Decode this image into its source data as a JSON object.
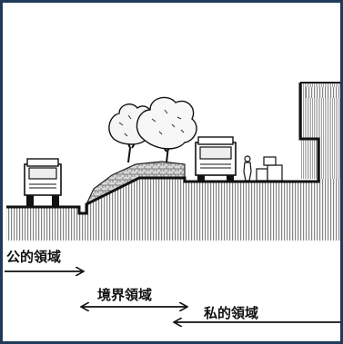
{
  "zones": {
    "public": {
      "label": "公的領域"
    },
    "boundary": {
      "label": "境界領域"
    },
    "private": {
      "label": "私的領域"
    }
  }
}
